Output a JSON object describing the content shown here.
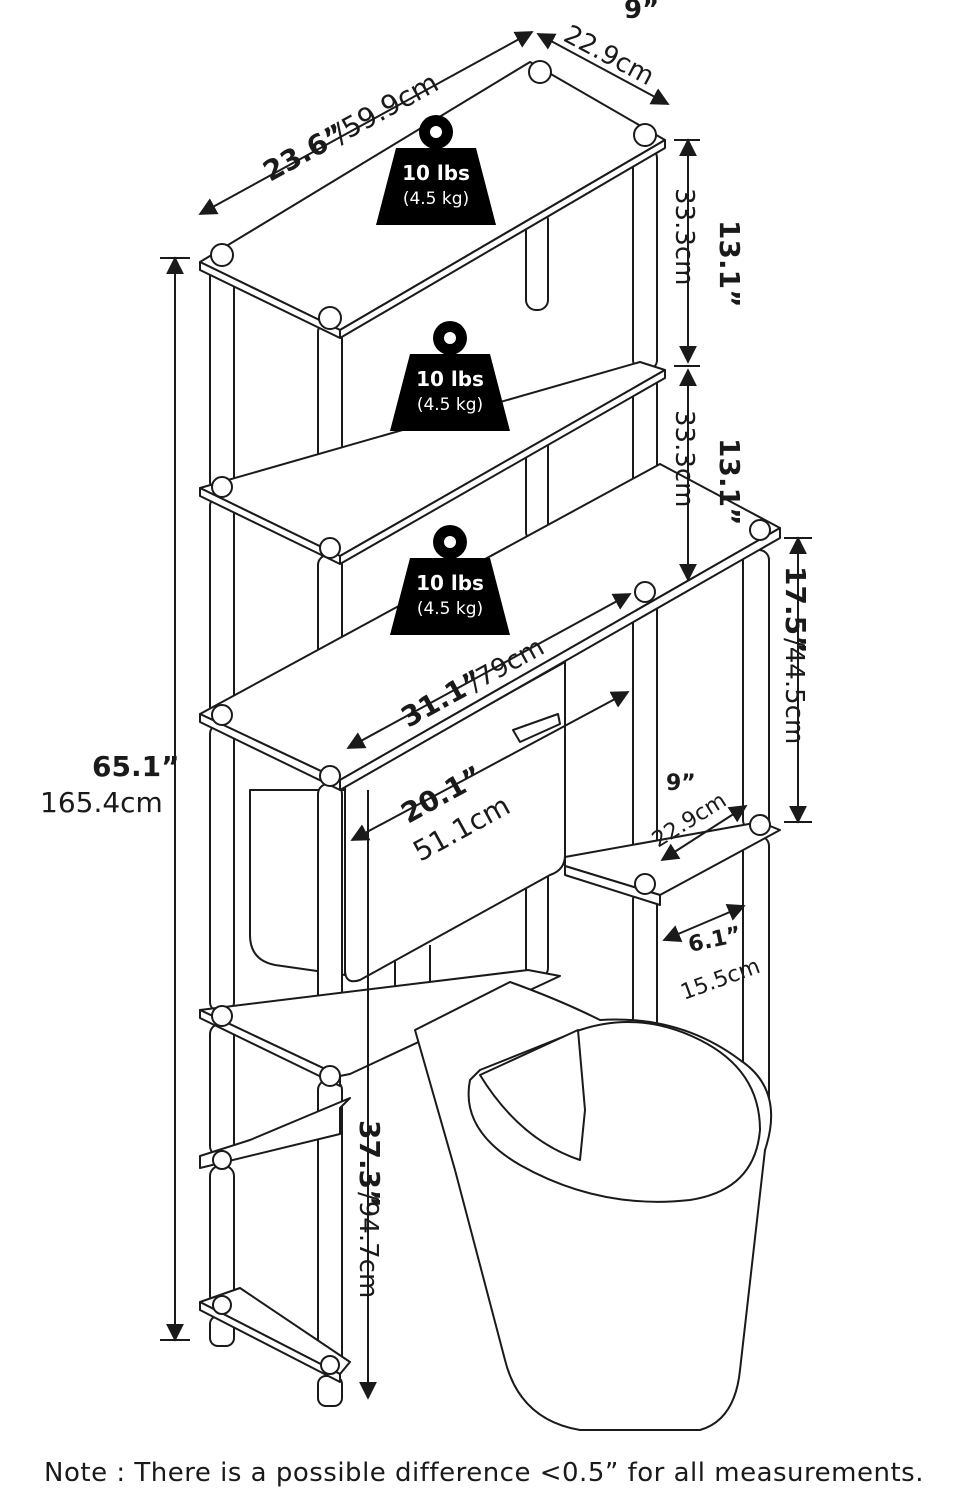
{
  "dimensions": {
    "top_width": {
      "in": "23.6”",
      "cm": "/59.9cm"
    },
    "top_depth": {
      "in": "9”",
      "cm": "22.9cm"
    },
    "shelf_gap_1": {
      "in": "13.1”",
      "cm": "33.3cm"
    },
    "shelf_gap_2": {
      "in": "13.1”",
      "cm": "33.3cm"
    },
    "side_height": {
      "in": "17.5”",
      "cm": "/44.5cm"
    },
    "overall_width": {
      "in": "31.1”",
      "cm": "/79cm"
    },
    "inner_width": {
      "in": "20.1”",
      "cm": "51.1cm"
    },
    "side_depth": {
      "in": "9”",
      "cm": "22.9cm"
    },
    "side_clearance": {
      "in": "6.1”",
      "cm": "15.5cm"
    },
    "overall_height": {
      "in": "65.1”",
      "cm": "165.4cm"
    },
    "toilet_clearance": {
      "in": "37.3”",
      "cm": "/94.7cm"
    }
  },
  "weights": [
    {
      "lbs": "10 lbs",
      "kg": "(4.5 kg)"
    },
    {
      "lbs": "10 lbs",
      "kg": "(4.5 kg)"
    },
    {
      "lbs": "10 lbs",
      "kg": "(4.5 kg)"
    }
  ],
  "note": "Note : There is a possible difference <0.5” for all measurements."
}
